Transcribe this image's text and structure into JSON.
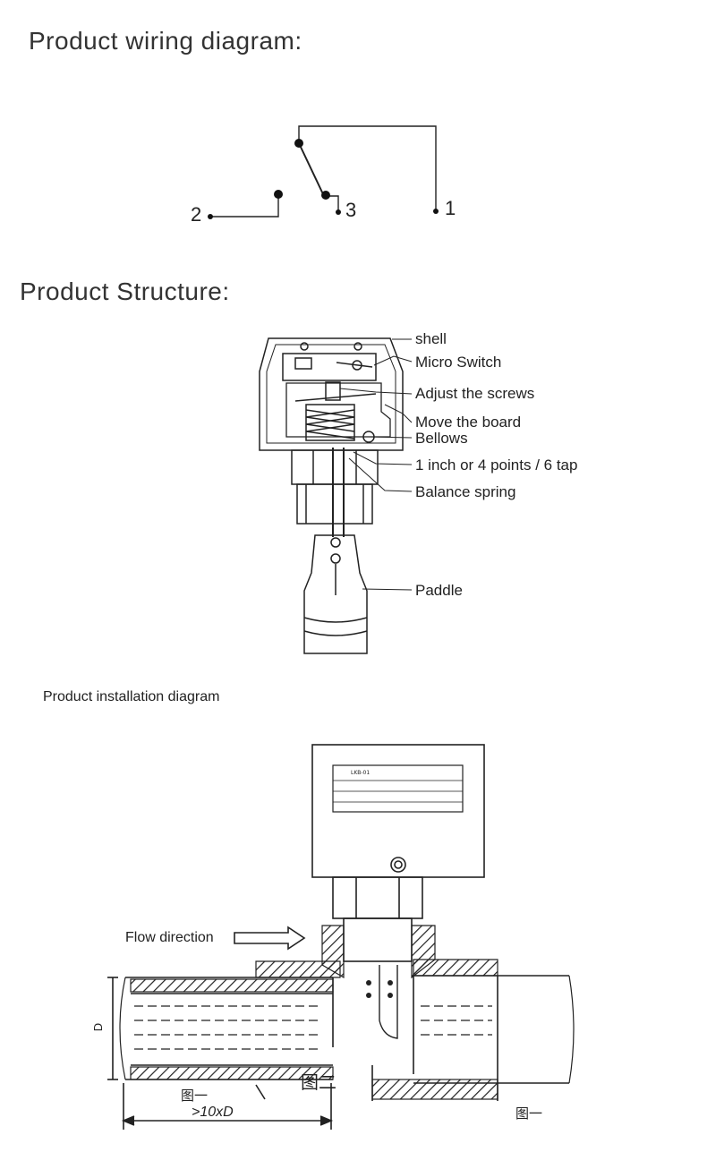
{
  "sections": {
    "wiring_title": "Product wiring diagram:",
    "structure_title": "Product Structure:",
    "installation_title": "Product installation diagram"
  },
  "wiring": {
    "terminals": [
      "2",
      "3",
      "1"
    ]
  },
  "structure": {
    "labels": [
      "shell",
      "Micro Switch",
      "Adjust the screws",
      "Move the board",
      "Bellows",
      "1 inch or 4 points / 6 tap",
      "Balance spring",
      "Paddle"
    ]
  },
  "installation": {
    "flow_label": "Flow direction",
    "d_label": "D",
    "dimension_label": ">10xD",
    "fig_labels": [
      "图一",
      "图二",
      "图一"
    ],
    "nameplate_model": "LKB-01"
  }
}
